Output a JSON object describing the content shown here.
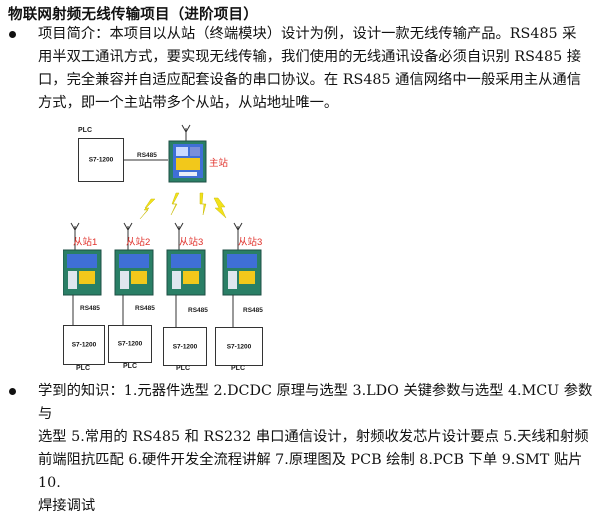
{
  "title": "物联网射频无线传输项目（进阶项目）",
  "intro_lines": [
    "项目简介：本项目以从站（终端模块）设计为例，设计一款无线传输产品。RS485 采",
    "用半双工通讯方式，要实现无线传输，我们使用的无线通讯设备必须自识别 RS485 接",
    "口，完全兼容并自适应配套设备的串口协议。在 RS485 通信网络中一般采用主从通信",
    "方式，即一个主站带多个从站，从站地址唯一。"
  ],
  "diagram": {
    "master_plc_label": "PLC",
    "master_plc_model": "S7-1200",
    "master_link_label": "RS485",
    "master_label": "主站",
    "slaves": [
      {
        "label": "从站1",
        "link_label": "RS485",
        "plc_model": "S7-1200",
        "plc_label": "PLC"
      },
      {
        "label": "从站2",
        "link_label": "RS485",
        "plc_model": "S7-1200",
        "plc_label": "PLC"
      },
      {
        "label": "从站3",
        "link_label": "RS485",
        "plc_model": "S7-1200",
        "plc_label": "PLC"
      },
      {
        "label": "从站3",
        "link_label": "RS485",
        "plc_model": "S7-1200",
        "plc_label": "PLC"
      }
    ]
  },
  "skills_lines": [
    "学到的知识：1.元器件选型 2.DCDC 原理与选型 3.LDO 关键参数与选型 4.MCU 参数与",
    "选型 5.常用的 RS485 和 RS232 串口通信设计，射频收发芯片设计要点 5.天线和射频",
    "前端阻抗匹配 6.硬件开发全流程讲解 7.原理图及 PCB 绘制 8.PCB 下单 9.SMT 贴片 10.",
    "焊接调试"
  ]
}
